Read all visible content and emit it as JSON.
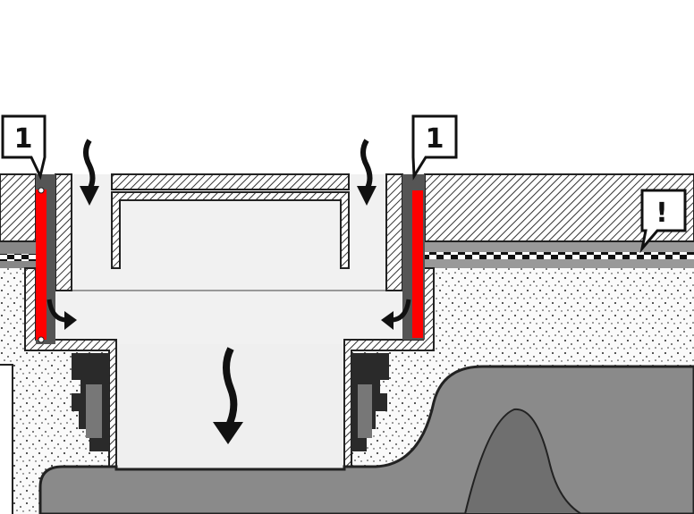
{
  "diagram": {
    "callouts": [
      {
        "label": "1",
        "meaning": "sealing-strip"
      },
      {
        "label": "1",
        "meaning": "sealing-strip"
      },
      {
        "label": "!",
        "meaning": "warning"
      }
    ],
    "colors": {
      "seal": "#ff0000",
      "hatch": "#333333",
      "body": "#f2f2f2",
      "pipe": "#8a8a8a",
      "gasket": "#2a2a2a",
      "screed": "#f7f7f7"
    }
  }
}
